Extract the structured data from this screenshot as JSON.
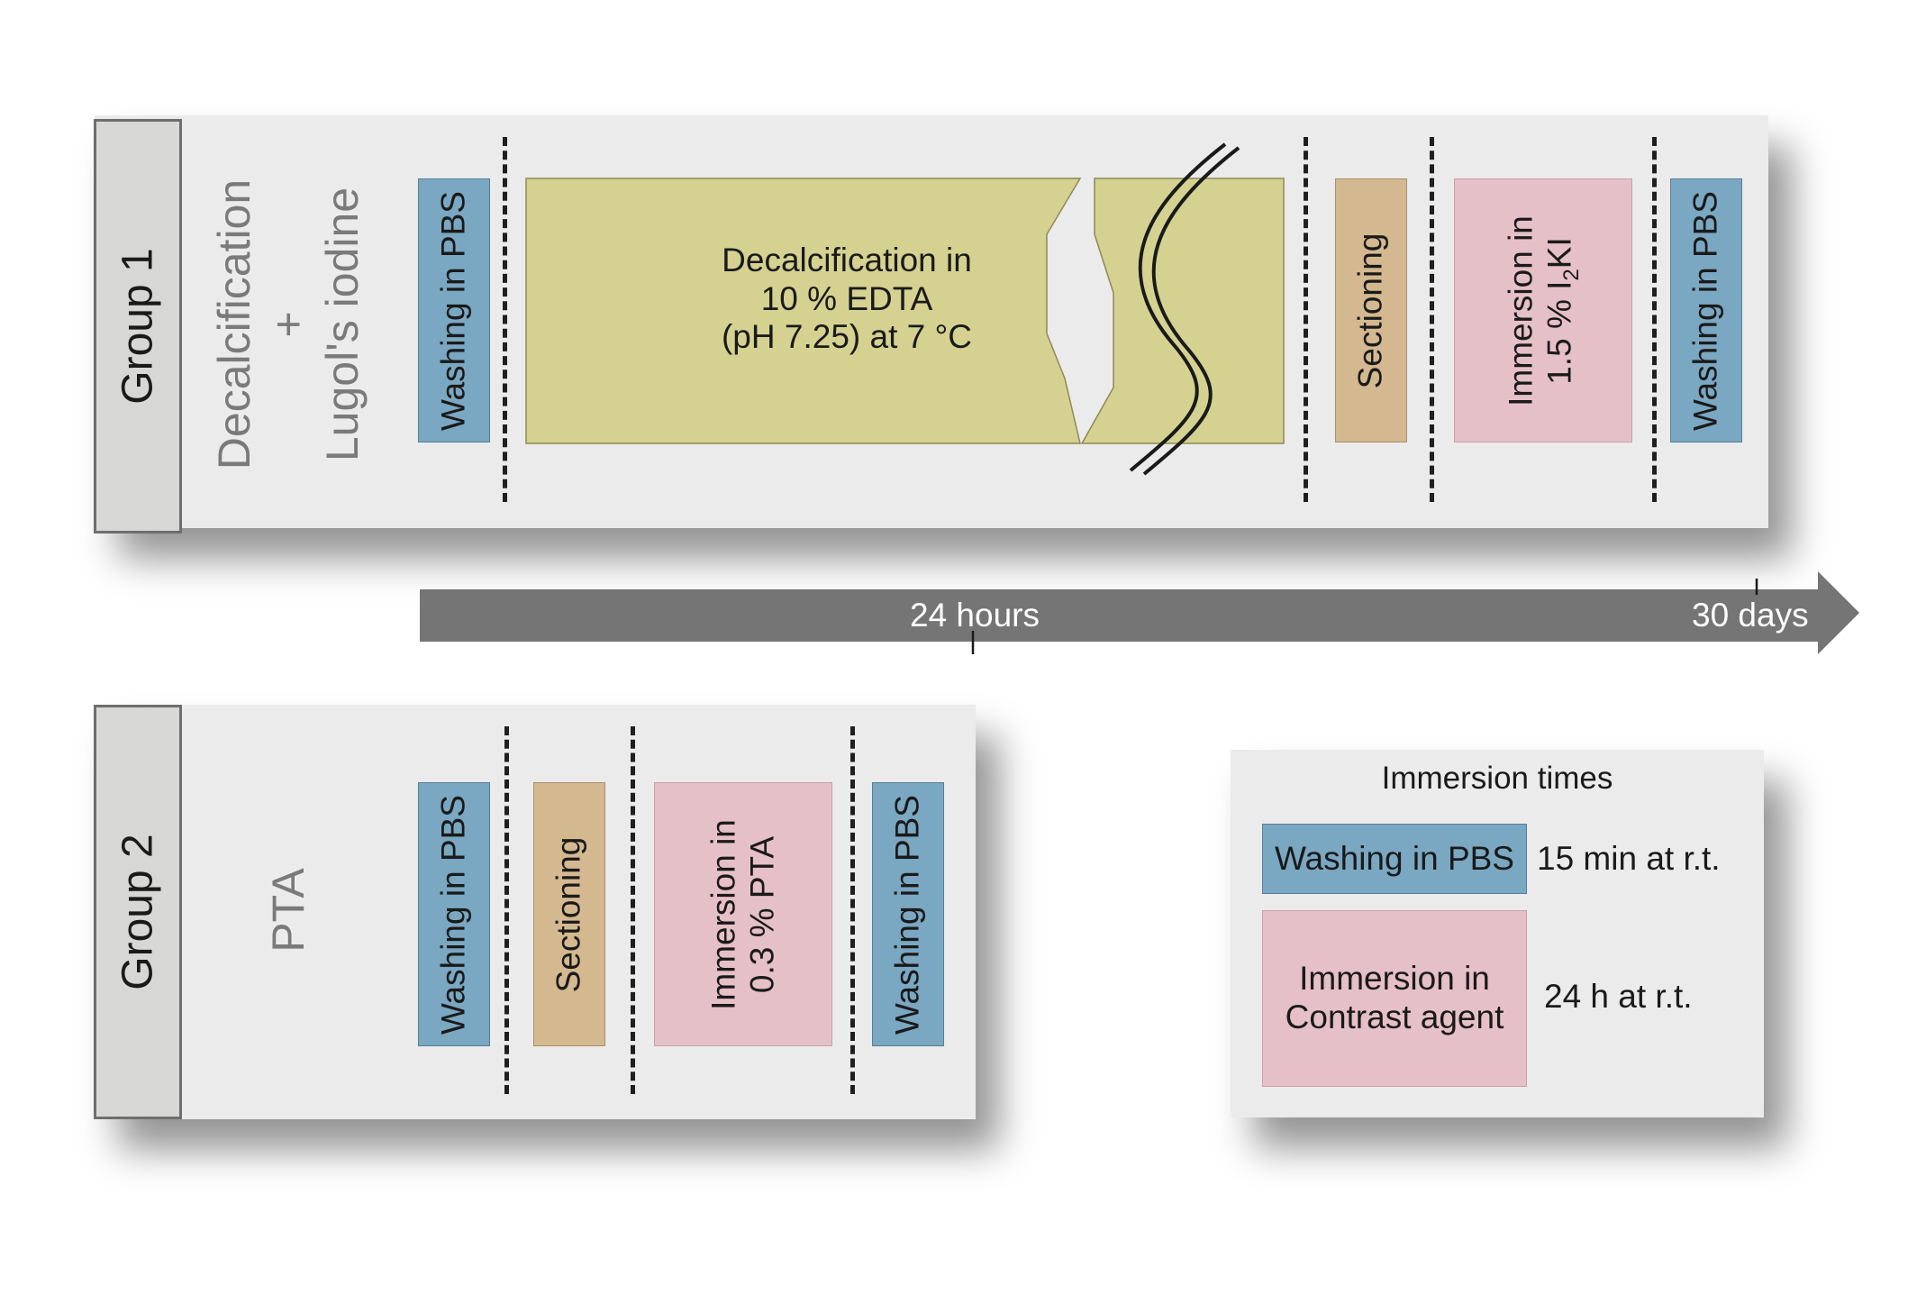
{
  "group1": {
    "label": "Group 1",
    "method_line1": "Decalcification",
    "method_line2": "+",
    "method_line3": "Lugol's iodine",
    "steps": {
      "wash_a": "Washing in PBS",
      "decal_line1": "Decalcification in",
      "decal_line2": "10 % EDTA",
      "decal_line3": "(pH 7.25) at 7 °C",
      "sectioning": "Sectioning",
      "iodine_line1": "Immersion in",
      "iodine_prefix": "1.5 % I",
      "iodine_sub": "2",
      "iodine_suffix": "KI",
      "wash_b": "Washing in PBS"
    }
  },
  "timeline": {
    "mark1": "24 hours",
    "mark2": "30 days"
  },
  "group2": {
    "label": "Group 2",
    "method": "PTA",
    "steps": {
      "wash_a": "Washing in PBS",
      "sectioning": "Sectioning",
      "pta_line1": "Immersion in",
      "pta_line2": "0.3 % PTA",
      "wash_b": "Washing in PBS"
    }
  },
  "legend": {
    "title": "Immersion times",
    "row1_box": "Washing in PBS",
    "row1_time": "15 min at r.t.",
    "row2_box_line1": "Immersion in",
    "row2_box_line2": "Contrast agent",
    "row2_time": "24 h at r.t."
  },
  "colors": {
    "pbs_blue": "#7aa7c1",
    "sectioning_tan": "#d4b88f",
    "immersion_pink": "#e6c0c7",
    "decalcification_olive": "#d5d190",
    "timeline_gray": "#757575"
  }
}
